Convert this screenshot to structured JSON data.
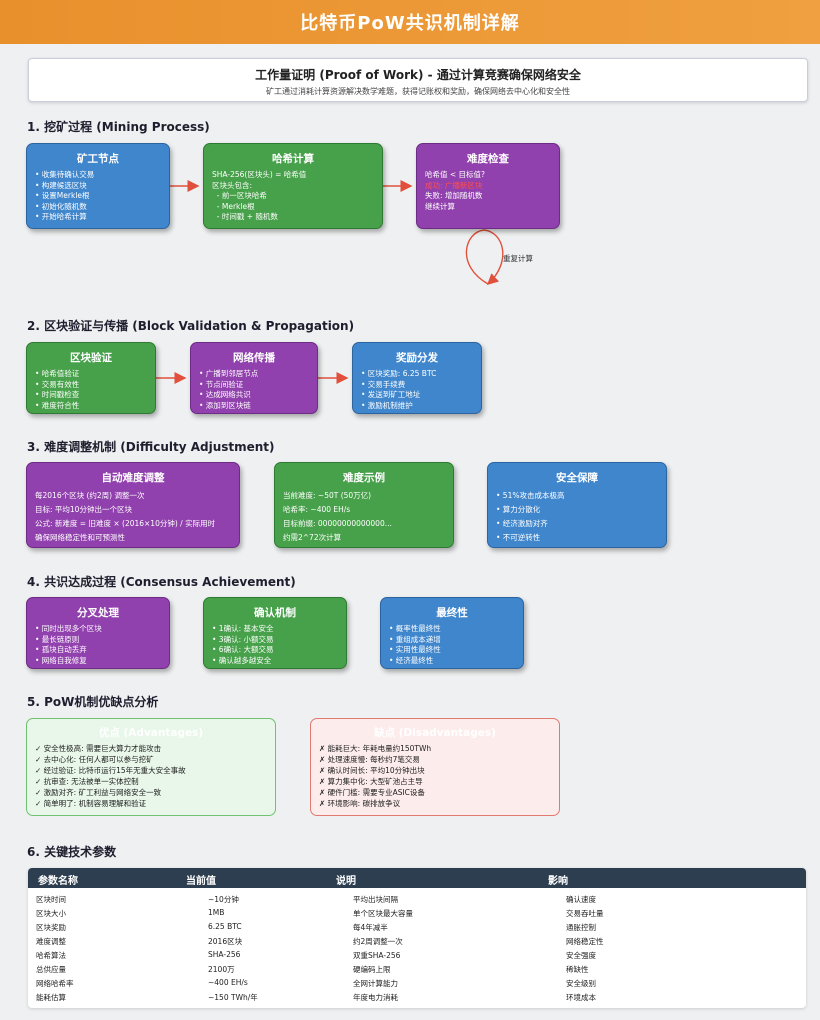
{
  "title": "比特币PoW共识机制详解",
  "intro": {
    "title": "工作量证明 (Proof of Work) - 通过计算竞赛确保网络安全",
    "subtitle": "矿工通过消耗计算资源解决数学难题，获得记账权和奖励，确保网络去中心化和安全性"
  },
  "s1": {
    "heading": "1. 挖矿过程 (Mining Process)",
    "boxes": [
      {
        "title": "矿工节点",
        "lines": [
          "• 收集待确认交易",
          "• 构建候选区块",
          "• 设置Merkle根",
          "• 初始化随机数",
          "• 开始哈希计算"
        ]
      },
      {
        "title": "哈希计算",
        "lines": [
          "SHA-256(区块头) = 哈希值",
          "区块头包含:",
          "  - 前一区块哈希",
          "  - Merkle根",
          "  - 时间戳 + 随机数"
        ]
      },
      {
        "title": "难度检查",
        "lines": [
          "哈希值 < 目标值?",
          "成功: 广播新区块",
          "失败: 增加随机数",
          "继续计算"
        ]
      }
    ],
    "loop_label": "重复计算"
  },
  "s2": {
    "heading": "2. 区块验证与传播 (Block Validation & Propagation)",
    "boxes": [
      {
        "title": "区块验证",
        "lines": [
          "• 哈希值验证",
          "• 交易有效性",
          "• 时间戳检查",
          "• 难度符合性"
        ]
      },
      {
        "title": "网络传播",
        "lines": [
          "• 广播到邻居节点",
          "• 节点间验证",
          "• 达成网络共识",
          "• 添加到区块链"
        ]
      },
      {
        "title": "奖励分发",
        "lines": [
          "• 区块奖励: 6.25 BTC",
          "• 交易手续费",
          "• 发送到矿工地址",
          "• 激励机制维护"
        ]
      }
    ]
  },
  "s3": {
    "heading": "3. 难度调整机制 (Difficulty Adjustment)",
    "boxes": [
      {
        "title": "自动难度调整",
        "lines": [
          "每2016个区块 (约2周) 调整一次",
          "目标: 平均10分钟出一个区块",
          "公式: 新难度 = 旧难度 × (2016×10分钟) / 实际用时",
          "确保网络稳定性和可预测性"
        ]
      },
      {
        "title": "难度示例",
        "lines": [
          "当前难度: ~50T (50万亿)",
          "哈希率: ~400 EH/s",
          "目标前缀: 00000000000000...",
          "约需2^72次计算"
        ]
      },
      {
        "title": "安全保障",
        "lines": [
          "• 51%攻击成本极高",
          "• 算力分散化",
          "• 经济激励对齐",
          "• 不可逆转性"
        ]
      }
    ]
  },
  "s4": {
    "heading": "4. 共识达成过程 (Consensus Achievement)",
    "boxes": [
      {
        "title": "分叉处理",
        "lines": [
          "• 同时出现多个区块",
          "• 最长链原则",
          "• 孤块自动丢弃",
          "• 网络自我修复"
        ]
      },
      {
        "title": "确认机制",
        "lines": [
          "• 1确认: 基本安全",
          "• 3确认: 小额交易",
          "• 6确认: 大额交易",
          "• 确认越多越安全"
        ]
      },
      {
        "title": "最终性",
        "lines": [
          "• 概率性最终性",
          "• 重组成本递增",
          "• 实用性最终性",
          "• 经济最终性"
        ]
      }
    ]
  },
  "s5": {
    "heading": "5. PoW机制优缺点分析",
    "pros": {
      "title": "优点 (Advantages)",
      "lines": [
        "✓ 安全性极高: 需要巨大算力才能攻击",
        "✓ 去中心化: 任何人都可以参与挖矿",
        "✓ 经过验证: 比特币运行15年无重大安全事故",
        "✓ 抗审查: 无法被单一实体控制",
        "✓ 激励对齐: 矿工利益与网络安全一致",
        "✓ 简单明了: 机制容易理解和验证"
      ]
    },
    "cons": {
      "title": "缺点 (Disadvantages)",
      "lines": [
        "✗ 能耗巨大: 年耗电量约150TWh",
        "✗ 处理速度慢: 每秒约7笔交易",
        "✗ 确认时间长: 平均10分钟出块",
        "✗ 算力集中化: 大型矿池占主导",
        "✗ 硬件门槛: 需要专业ASIC设备",
        "✗ 环境影响: 碳排放争议"
      ]
    }
  },
  "s6": {
    "heading": "6. 关键技术参数",
    "headers": [
      "参数名称",
      "当前值",
      "说明",
      "影响"
    ],
    "rows": [
      [
        "区块时间",
        "~10分钟",
        "平均出块间隔",
        "确认速度"
      ],
      [
        "区块大小",
        "1MB",
        "单个区块最大容量",
        "交易吞吐量"
      ],
      [
        "区块奖励",
        "6.25 BTC",
        "每4年减半",
        "通胀控制"
      ],
      [
        "难度调整",
        "2016区块",
        "约2周调整一次",
        "网络稳定性"
      ],
      [
        "哈希算法",
        "SHA-256",
        "双重SHA-256",
        "安全强度"
      ],
      [
        "总供应量",
        "2100万",
        "硬编码上限",
        "稀缺性"
      ],
      [
        "网络哈希率",
        "~400 EH/s",
        "全网计算能力",
        "安全级别"
      ],
      [
        "能耗估算",
        "~150 TWh/年",
        "年度电力消耗",
        "环境成本"
      ]
    ]
  },
  "colors": {
    "banner": "#ec9435",
    "green": "#47a04a",
    "purple": "#9141ad",
    "blue": "#3f86cd",
    "arrow": "#e0503c",
    "table_header": "#2c3e50"
  }
}
